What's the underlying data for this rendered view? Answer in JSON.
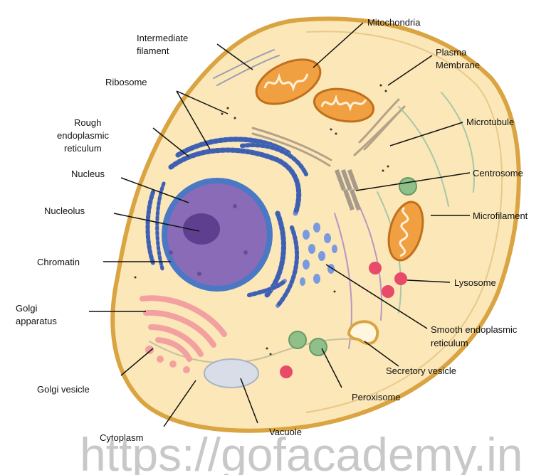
{
  "labels": {
    "intermediate_filament_1": "Intermediate",
    "intermediate_filament_2": "filament",
    "ribosome": "Ribosome",
    "rough_er_1": "Rough",
    "rough_er_2": "endoplasmic",
    "rough_er_3": "reticulum",
    "nucleus": "Nucleus",
    "nucleolus": "Nucleolus",
    "chromatin": "Chromatin",
    "golgi_apparatus_1": "Golgi",
    "golgi_apparatus_2": "apparatus",
    "golgi_vesicle": "Golgi vesicle",
    "cytoplasm": "Cytoplasm",
    "vacuole": "Vacuole",
    "peroxisome": "Peroxisome",
    "secretory_vesicle": "Secretory vesicle",
    "smooth_er_1": "Smooth endoplasmic",
    "smooth_er_2": "reticulum",
    "lysosome": "Lysosome",
    "microfilament": "Microfilament",
    "centrosome": "Centrosome",
    "microtubule": "Microtubule",
    "plasma_membrane_1": "Plasma",
    "plasma_membrane_2": "Membrane",
    "mitochondria": "Mitochondria"
  },
  "watermark": "https://gofacademy.in",
  "colors": {
    "cytoplasm": "#fbe7b8",
    "membrane": "#d9a441",
    "nucleus": "#8a6bb8",
    "nuclear_envelope": "#4a78c4",
    "rough_er": "#6f8fd6",
    "mitochondria": "#f0a040",
    "golgi": "#f2a0a0",
    "lysosome": "#e84a6a",
    "peroxisome": "#8fc08a",
    "vacuole": "#d8dde8"
  }
}
